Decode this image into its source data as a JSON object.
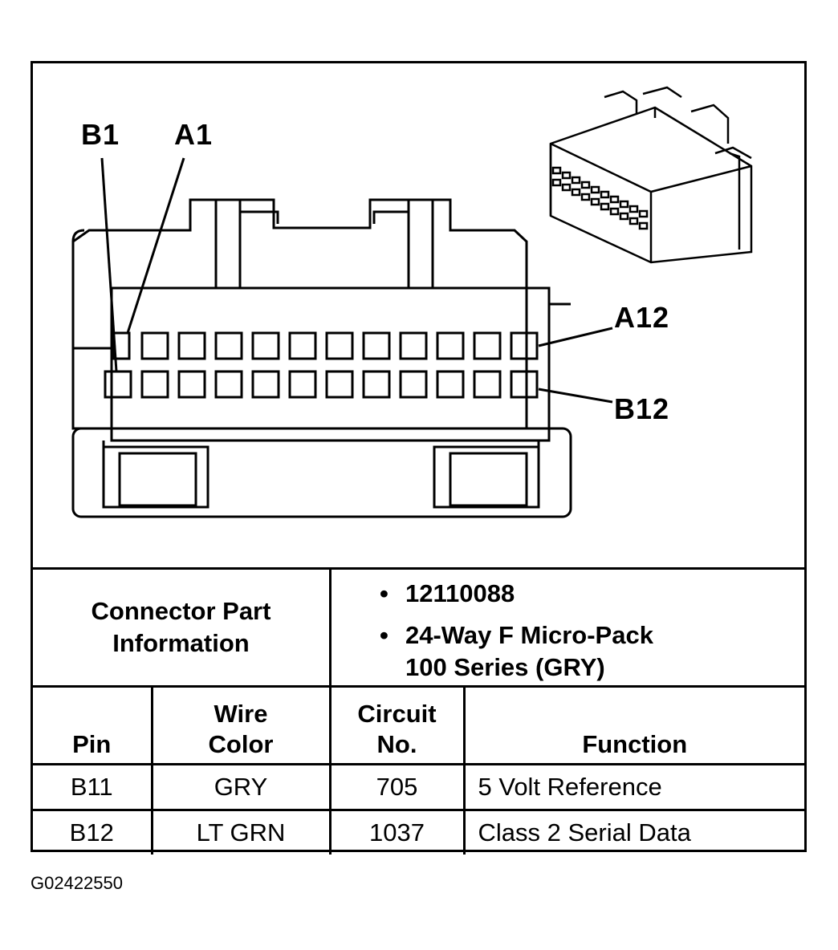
{
  "pin_labels": {
    "b1": "B1",
    "a1": "A1",
    "a12": "A12",
    "b12": "B12"
  },
  "connector_info": {
    "heading_line1": "Connector Part",
    "heading_line2": "Information",
    "bullet": "•",
    "part_number": "12110088",
    "description_line1": "24-Way F Micro-Pack",
    "description_line2": "100 Series (GRY)"
  },
  "table": {
    "headers": {
      "pin": "Pin",
      "wire_color_line1": "Wire",
      "wire_color_line2": "Color",
      "circuit_line1": "Circuit",
      "circuit_line2": "No.",
      "function": "Function"
    },
    "rows": [
      {
        "pin": "B11",
        "wire_color": "GRY",
        "circuit": "705",
        "function": "5 Volt Reference"
      },
      {
        "pin": "B12",
        "wire_color": "LT GRN",
        "circuit": "1037",
        "function": "Class 2 Serial Data"
      }
    ]
  },
  "figure_code": "G02422550"
}
